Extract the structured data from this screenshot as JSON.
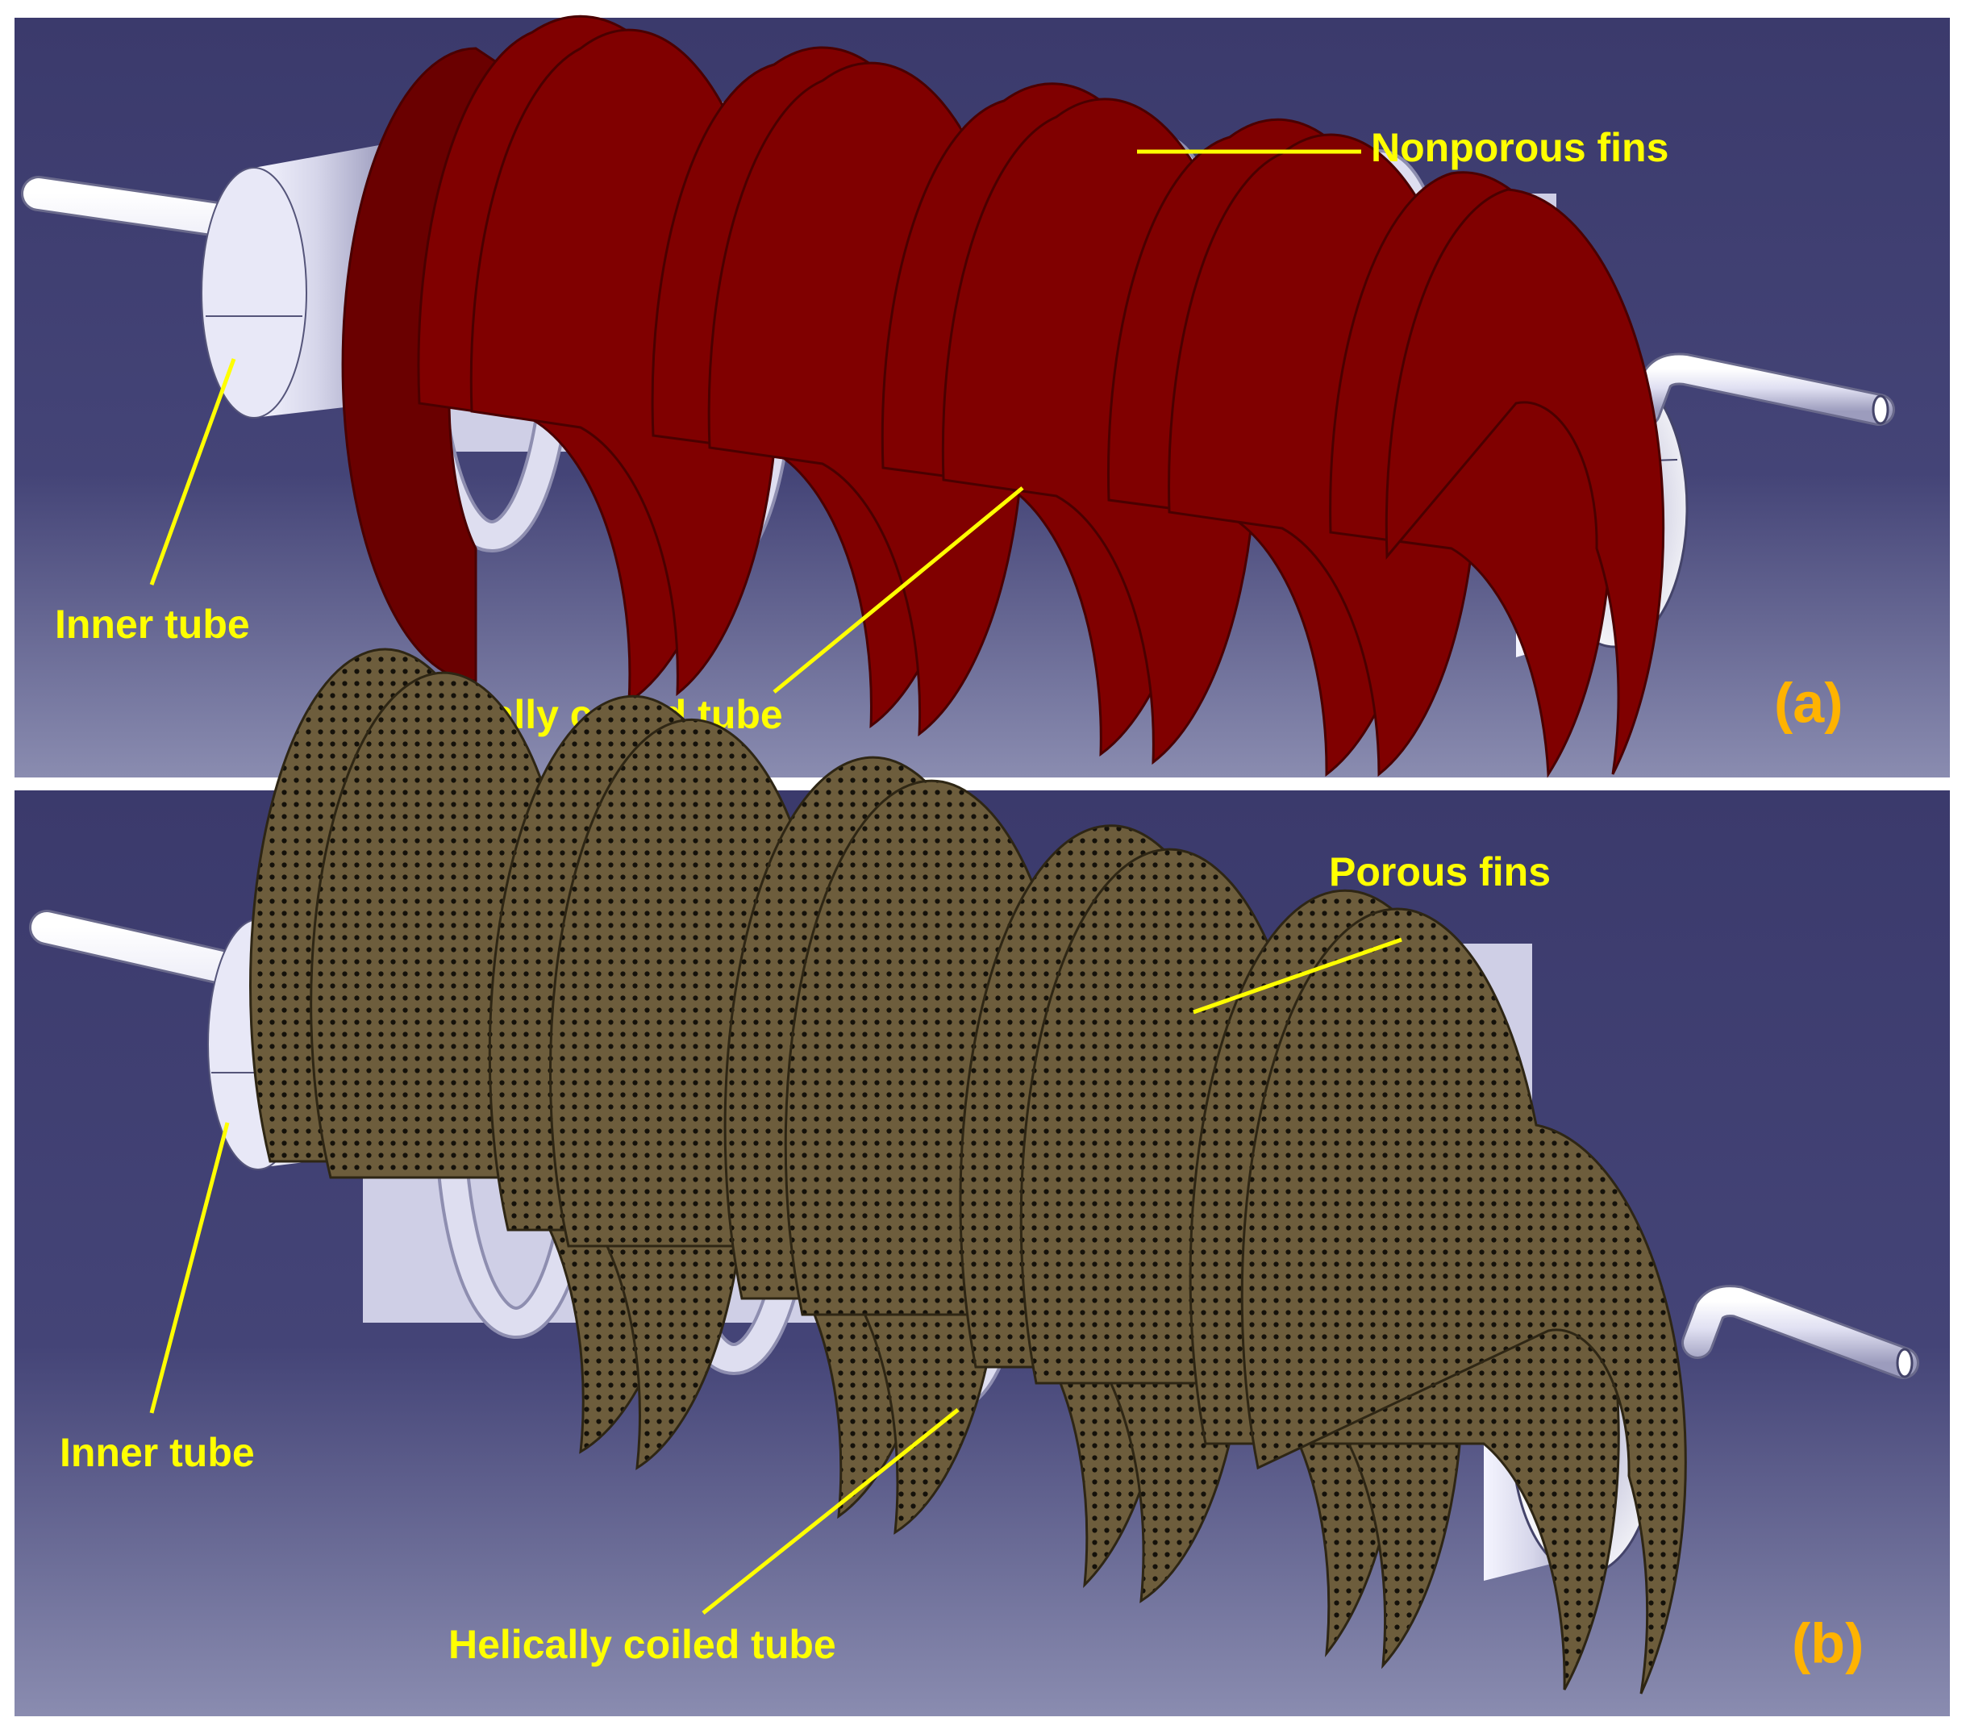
{
  "panels": [
    {
      "id": "a",
      "panel_label": "(a)",
      "fin_type": "nonporous",
      "labels": {
        "inner_tube": "Inner tube",
        "coil": "Helically coiled tube",
        "fins": "Nonporous fins"
      }
    },
    {
      "id": "b",
      "panel_label": "(b)",
      "fin_type": "porous",
      "labels": {
        "inner_tube": "Inner tube",
        "coil": "Helically coiled tube",
        "fins": "Porous fins"
      }
    }
  ],
  "colors": {
    "background_top": "#3b3a6c",
    "background_bottom": "#8a8cb0",
    "tube": "#e2e2f2",
    "tube_shade": "#a9a9c6",
    "nonporous_fin": "#800000",
    "nonporous_fin_edge": "#5a0000",
    "porous_fin": "#6d5d3c",
    "porous_fin_edge": "#3a301c",
    "pore": "#14110a",
    "label": "#ffff00",
    "panel_label": "#ffb300"
  }
}
